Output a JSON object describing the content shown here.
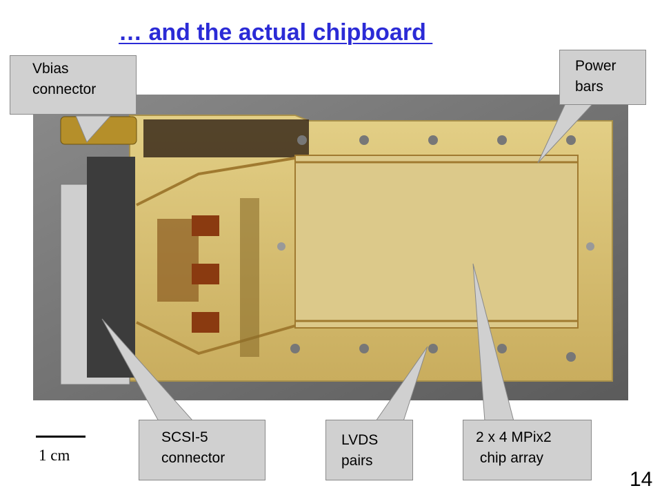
{
  "slide": {
    "title": "… and the actual chipboard ",
    "page_number": "14"
  },
  "scale": {
    "label": "1 cm"
  },
  "callouts": {
    "vbias": "Vbias\nconnector",
    "power": "Power\nbars",
    "scsi": "SCSI-5\nconnector",
    "lvds": "LVDS\npairs",
    "chip_array": "2 x 4 MPix2\n chip array"
  },
  "colors": {
    "title": "#2b2bd6",
    "board": "#d8c27a",
    "callout_fill": "#d0d0d0"
  }
}
